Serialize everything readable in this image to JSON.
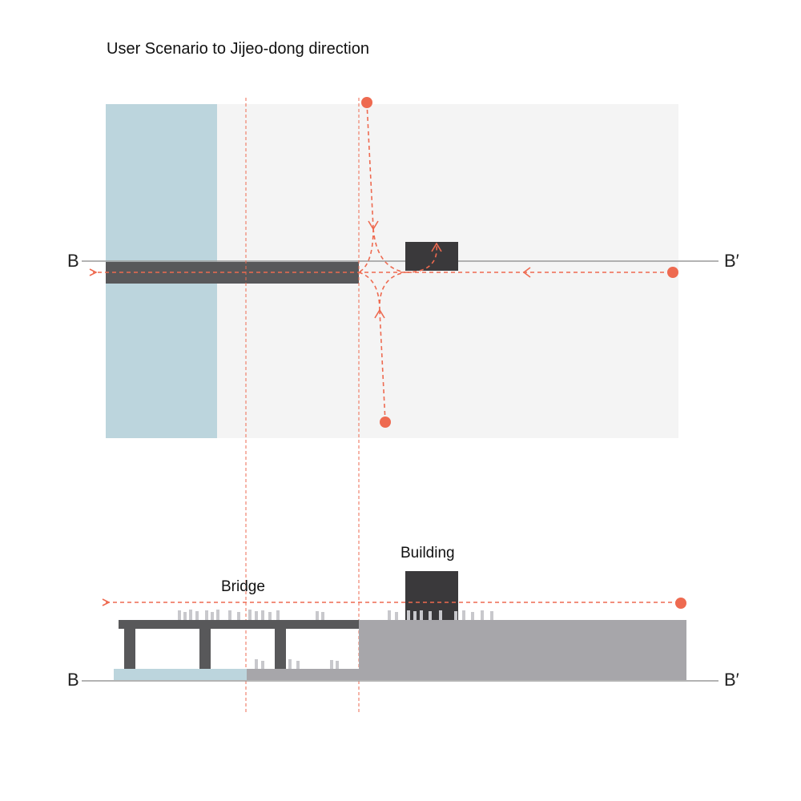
{
  "title": "User Scenario to Jijeo-dong direction",
  "section_labels": {
    "start": "B",
    "end": "B′"
  },
  "labels": {
    "bridge": "Bridge",
    "building": "Building"
  },
  "colors": {
    "water": "#bcd5dd",
    "ground": "#f4f4f4",
    "bridge_dark": "#58585a",
    "building": "#3a393b",
    "section_fill": "#a7a6aa",
    "path": "#ee6a50",
    "guide": "#ee6a50",
    "axis": "#9a9a9a",
    "people": "#c8c8cc"
  }
}
